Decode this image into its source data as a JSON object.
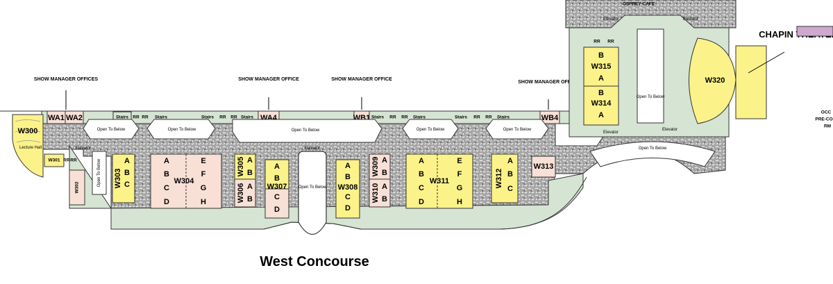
{
  "map": {
    "title": "West Concourse",
    "colors": {
      "concourse": "#d5e4d3",
      "terrazzo": "#9a9a9a",
      "meeting_room": "#f8e0d6",
      "highlight": "#fbf28a",
      "accent": "#cfa8cf"
    },
    "annotations": {
      "show_manager_offices": "SHOW MANAGER OFFICES",
      "show_manager_office_wa4": "SHOW MANAGER OFFICE",
      "show_manager_office_wb1": "SHOW MANAGER OFFICE",
      "show_manager_office_wb4": "SHOW MANAGER OFFICE",
      "osprey_cafe": "OSPREY CAFE",
      "chapin_theater": "CHAPIN THEATER",
      "occ": "OCC",
      "pre_con": "PRE-CO",
      "rm": "RM"
    },
    "rooms": {
      "w300": "W300",
      "lecture_hall": "Lecture Hall",
      "w301": "W301",
      "w302": "W302",
      "w303": "W303",
      "w304": "W304",
      "w305": "W305",
      "w306": "W306",
      "w307": "W307",
      "w308": "W308",
      "w309": "W309",
      "w310": "W310",
      "w311": "W311",
      "w312": "W312",
      "w313": "W313",
      "w314": "W314",
      "w315": "W315",
      "w320": "W320",
      "wa1": "WA1",
      "wa2": "WA2",
      "wa4": "WA4",
      "wb1": "WB1",
      "wb4": "WB4"
    },
    "sections": {
      "a": "A",
      "b": "B",
      "c": "C",
      "d": "D",
      "e": "E",
      "f": "F",
      "g": "G",
      "h": "H"
    },
    "facilities": {
      "stairs": "Stairs",
      "restroom": "RR",
      "elevator": "Elevator",
      "open_to_below": "Open To Below"
    }
  }
}
